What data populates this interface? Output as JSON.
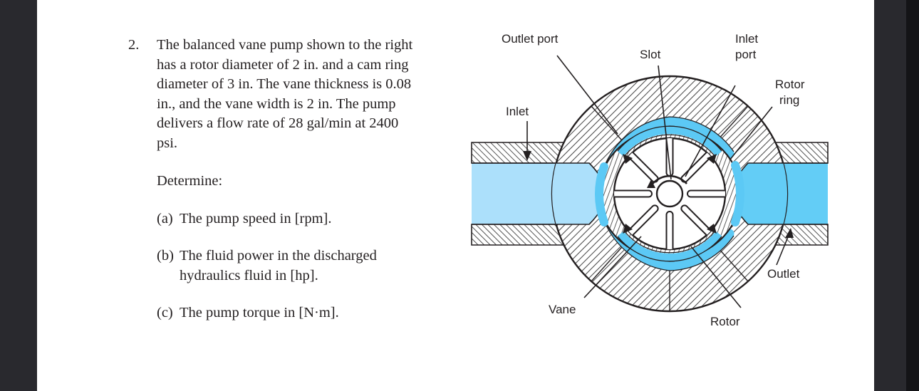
{
  "document": {
    "problem_number": "2.",
    "statement": "The balanced vane pump shown to the right has a rotor diameter of 2 in. and a cam ring diameter of 3 in.  The vane thickness is 0.08 in., and the vane width is 2 in.  The pump delivers a flow rate of 28 gal/min at 2400 psi.",
    "determine_heading": "Determine:",
    "parts": [
      {
        "label": "(a)",
        "text": "The pump speed in [rpm]."
      },
      {
        "label": "(b)",
        "text": "The fluid power in the discharged hydraulics fluid in [hp]."
      },
      {
        "label": "(c)",
        "text": "The pump torque in [N·m]."
      }
    ],
    "given": {
      "rotor_diameter": "2 in.",
      "cam_ring_diameter": "3 in.",
      "vane_thickness": "0.08 in.",
      "vane_width": "2 in.",
      "flow_rate": "28 gal/min",
      "pressure": "2400 psi"
    }
  },
  "figure": {
    "title": "Balanced vane pump cutaway",
    "callouts": [
      {
        "id": "outlet-port",
        "label": "Outlet port"
      },
      {
        "id": "slot",
        "label": "Slot"
      },
      {
        "id": "inlet-port",
        "label": "Inlet port",
        "line1": "Inlet",
        "line2": "port"
      },
      {
        "id": "rotor-ring",
        "label": "Rotor ring",
        "line1": "Rotor",
        "line2": "ring"
      },
      {
        "id": "inlet",
        "label": "Inlet"
      },
      {
        "id": "outlet",
        "label": "Outlet"
      },
      {
        "id": "vane",
        "label": "Vane"
      },
      {
        "id": "rotor",
        "label": "Rotor"
      }
    ],
    "colors": {
      "inlet_fluid": "#ace0fb",
      "outlet_fluid": "#63cdf6",
      "port_arc": "#5cc9f5",
      "outline": "#231f20",
      "hatch": "#4a4a4a",
      "body_fill": "#ffffff"
    },
    "vane_count": 8
  },
  "chrome": {
    "bar_color": "#29292e",
    "edge_color": "#141417",
    "page_color": "#ffffff"
  }
}
